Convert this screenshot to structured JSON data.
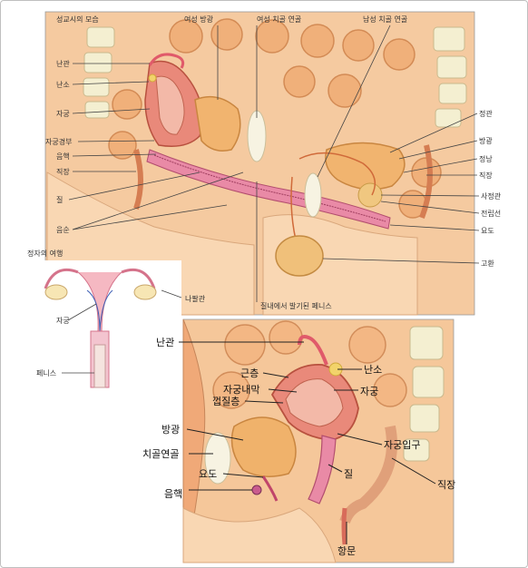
{
  "top_panel": {
    "heading": "성교시의 모습",
    "labels_left": [
      "난관",
      "난소",
      "자궁",
      "자궁경부",
      "음핵",
      "직장",
      "질",
      "음순"
    ],
    "labels_top": [
      "여성 방광",
      "여성 치골 연골",
      "남성 치골 연골"
    ],
    "labels_right": [
      "정관",
      "방광",
      "정낭",
      "직장",
      "사정관",
      "전립선",
      "요도",
      "고환"
    ],
    "bottom_caption": "질내에서 발기된 페니스"
  },
  "inset": {
    "heading": "정자의 여행",
    "label_uterus": "자궁",
    "label_penis": "페니스",
    "label_tube": "나팔관"
  },
  "bottom_panel": {
    "labels": {
      "fallopian_tube": "난관",
      "ovary": "난소",
      "muscle_layer": "근층",
      "endometrium": "자궁내막",
      "serosa": "껍질층",
      "uterus": "자궁",
      "bladder": "방광",
      "pubic_cartilage": "치골연골",
      "cervix_os": "자궁입구",
      "urethra": "요도",
      "vagina": "질",
      "rectum": "직장",
      "clitoris": "음핵",
      "anus": "항문"
    }
  },
  "colors": {
    "skin": "#f6cfa6",
    "tissue": "#eda56c",
    "muscle": "#e0674f",
    "pink": "#e98aa6",
    "bone": "#f4f0d6"
  }
}
